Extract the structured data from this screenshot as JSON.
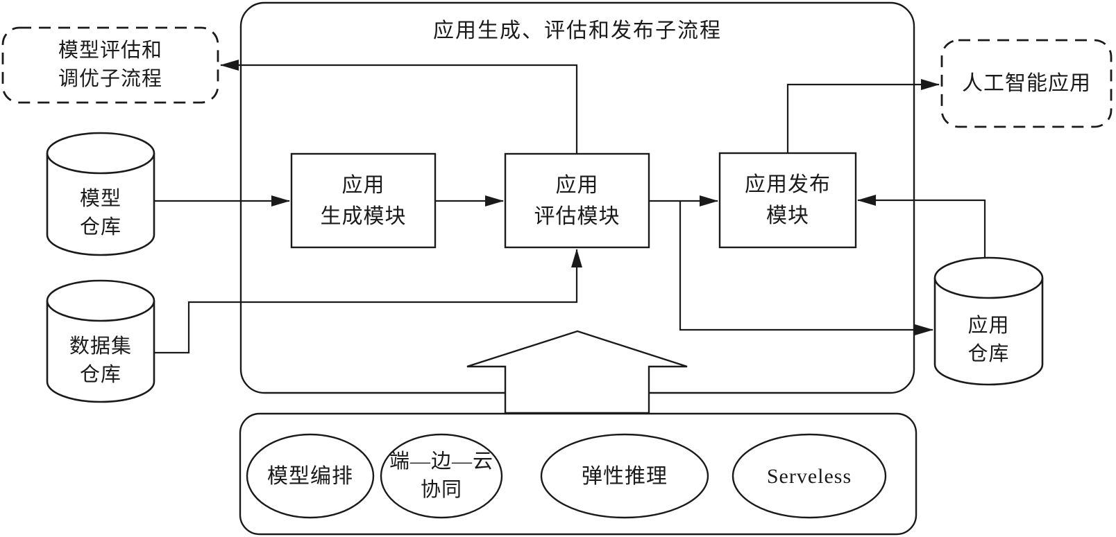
{
  "diagram": {
    "title": "应用生成、评估和发布子流程",
    "external": {
      "left": {
        "line1": "模型评估和",
        "line2": "调优子流程"
      },
      "right": {
        "line1": "人工智能应用",
        "line2": ""
      }
    },
    "repositories": [
      {
        "line1": "模型",
        "line2": "仓库"
      },
      {
        "line1": "数据集",
        "line2": "仓库"
      },
      {
        "line1": "应用",
        "line2": "仓库"
      }
    ],
    "modules": [
      {
        "line1": "应用",
        "line2": "生成模块"
      },
      {
        "line1": "应用",
        "line2": "评估模块"
      },
      {
        "line1": "应用发布",
        "line2": "模块"
      }
    ],
    "capabilities": [
      {
        "line1": "模型编排",
        "line2": ""
      },
      {
        "line1": "端—边—云",
        "line2": "协同"
      },
      {
        "line1": "弹性推理",
        "line2": ""
      },
      {
        "line1": "Serveless",
        "line2": ""
      }
    ],
    "colors": {
      "stroke": "#1a1a1a",
      "background": "#ffffff"
    }
  }
}
